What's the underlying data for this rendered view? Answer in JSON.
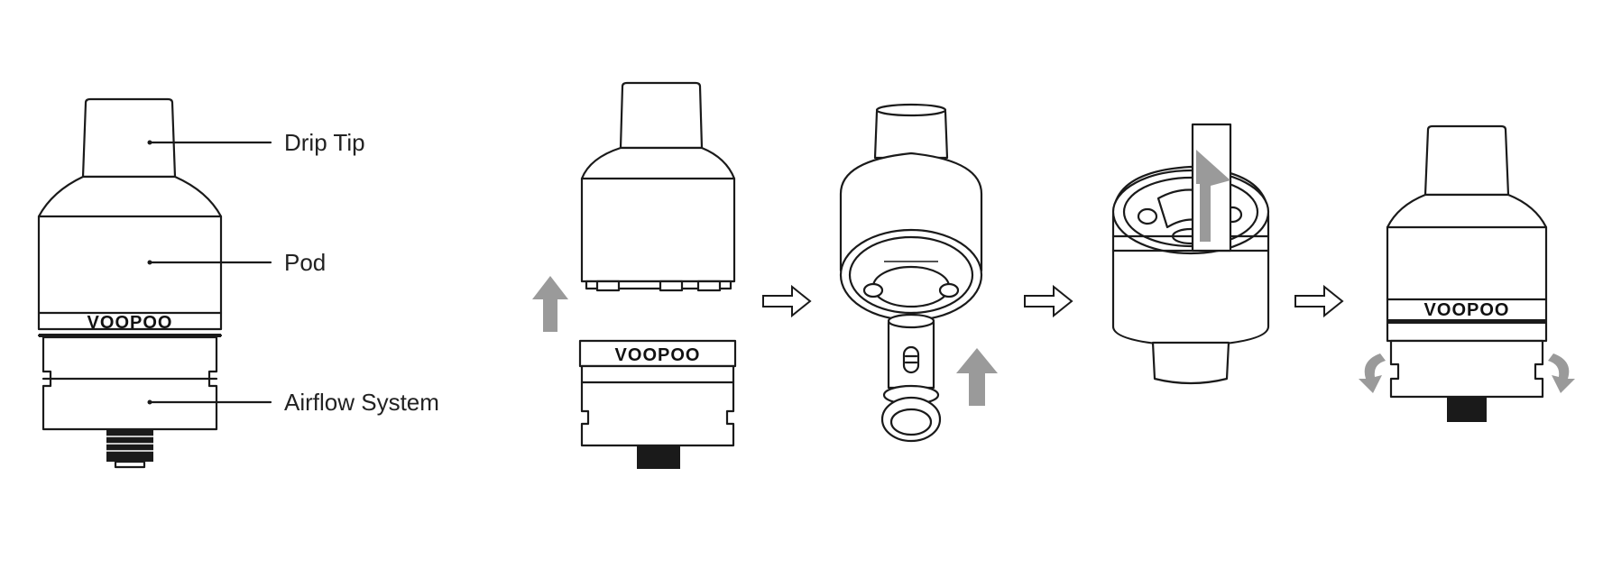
{
  "labels": {
    "drip_tip": "Drip Tip",
    "pod": "Pod",
    "airflow_system": "Airflow System"
  },
  "logo_text": "VOOPOO",
  "colors": {
    "outline": "#1a1a1a",
    "arrow_gray": "#9a9a9a",
    "background": "#ffffff"
  },
  "icons": [
    "arrow-up-icon",
    "arrow-right-icon",
    "rotate-icon"
  ]
}
